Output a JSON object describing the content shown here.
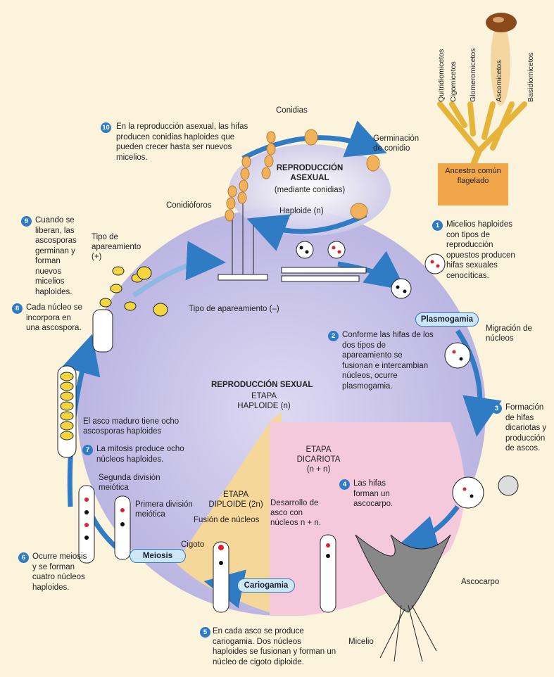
{
  "phylogeny": {
    "taxa": [
      "Quitridiomicetos",
      "Cigomicetos",
      "Glomeromicetos",
      "Ascomicetos",
      "Basidiomicetos"
    ],
    "highlighted": "Ascomicetos",
    "ancestor": "Ancestro común flagelado"
  },
  "asexual": {
    "title": "REPRODUCCIÓN ASEXUAL",
    "subtitle": "(mediante conidias)",
    "conidias": "Conidias",
    "germinacion": "Germinación de conidio",
    "haploide": "Haploide (n)",
    "conidioforos": "Conidióforos"
  },
  "sexual": {
    "title": "REPRODUCCIÓN SEXUAL",
    "etapa_haploide": "ETAPA HAPLOIDE (n)",
    "etapa_dicariota": "ETAPA DICARIOTA",
    "etapa_dicariota_n": "(n + n)",
    "etapa_diploide": "ETAPA DIPLOIDE (2n)"
  },
  "labels": {
    "tipo_mas": "Tipo de apareamiento (+)",
    "tipo_menos": "Tipo de apareamiento (–)",
    "plasmogamia": "Plasmogamia",
    "migracion": "Migración de núcleos",
    "desarrollo": "Desarrollo de asco con núcleos n + n.",
    "fusion": "Fusión de núcleos",
    "cigoto": "Cigoto",
    "cariogamia": "Cariogamia",
    "meiosis": "Meiosis",
    "primera": "Primera división meiótica",
    "segunda": "Segunda división meiótica",
    "asco_maduro": "El asco maduro tiene ocho ascosporas haploides",
    "ascocarpo": "Ascocarpo",
    "micelio": "Micelio"
  },
  "steps": [
    {
      "n": "1",
      "text": "Micelios haploides con tipos de reproducción opuestos producen hifas sexuales cenocíticas."
    },
    {
      "n": "2",
      "text": "Conforme las hifas de los dos tipos de apareamiento se fusionan e intercambian núcleos, ocurre plasmogamia."
    },
    {
      "n": "3",
      "text": "Formación de hifas dicariotas y producción de ascos."
    },
    {
      "n": "4",
      "text": "Las hifas forman un ascocarpo."
    },
    {
      "n": "5",
      "text": "En cada asco se produce cariogamia. Dos núcleos haploides se fusionan y forman un núcleo de cigoto diploide."
    },
    {
      "n": "6",
      "text": "Ocurre meiosis y se forman cuatro núcleos haploides."
    },
    {
      "n": "7",
      "text": "La mitosis produce ocho núcleos haploides."
    },
    {
      "n": "8",
      "text": "Cada núcleo se incorpora en una ascospora."
    },
    {
      "n": "9",
      "text": "Cuando se liberan, las ascosporas germinan y forman nuevos micelios haploides."
    },
    {
      "n": "10",
      "text": "En la reproducción asexual, las hifas producen conidias haploides que pueden crecer hasta ser nuevos micelios."
    }
  ],
  "colors": {
    "background": "#fbf3dc",
    "haploid_region": "#c9c4e8",
    "dikaryotic_region": "#f5c9dc",
    "diploid_region": "#f6d79a",
    "arrow": "#2f7cc4",
    "nucleus_red": "#d9232e",
    "nucleus_black": "#111111",
    "conidia": "#f1b25b",
    "tree": "#e7b43a"
  }
}
